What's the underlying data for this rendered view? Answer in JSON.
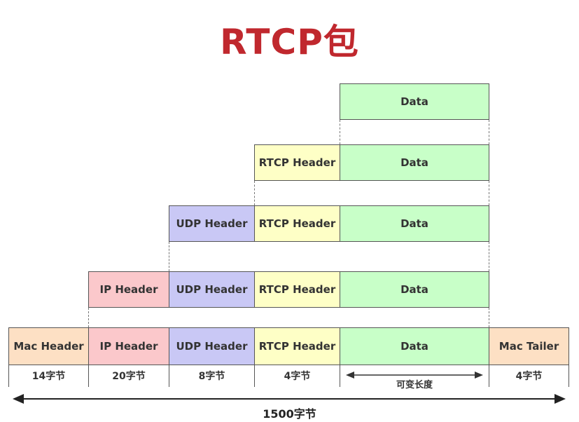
{
  "title": "RTCP包",
  "labels": {
    "mac_header": "Mac Header",
    "ip_header": "IP Header",
    "udp_header": "UDP Header",
    "rtcp_header": "RTCP Header",
    "data": "Data",
    "mac_tailer": "Mac Tailer"
  },
  "sizes": {
    "mac_header": "14字节",
    "ip_header": "20字节",
    "udp_header": "8字节",
    "rtcp_header": "4字节",
    "data": "可变长度",
    "mac_tailer": "4字节"
  },
  "total": "1500字节",
  "colors": {
    "title": "#c0282e",
    "mac": "#fde0c4",
    "ip": "#fbc8cb",
    "udp": "#c9c8f5",
    "rtcp": "#feffc6",
    "data": "#c8ffc8"
  }
}
